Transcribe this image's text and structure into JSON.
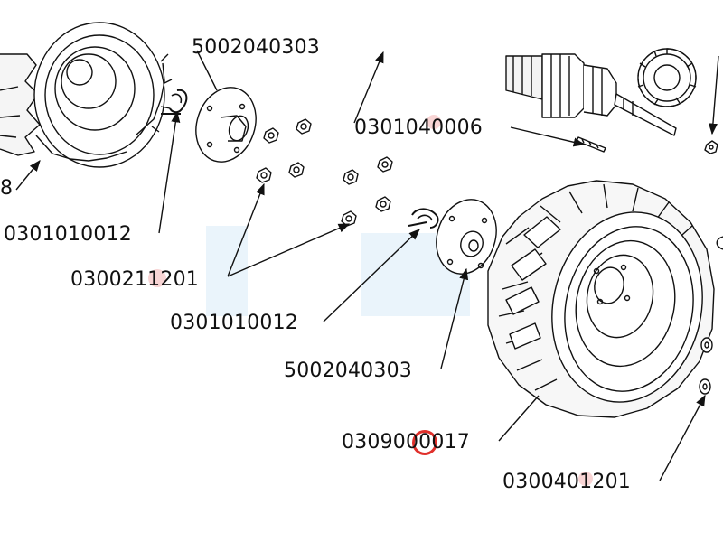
{
  "parts": {
    "top_cut": "5002040303",
    "left_cut": "8",
    "shaft_bolt": "0301040006",
    "left_clip": "0301010012",
    "nuts": "0300211201",
    "center_clip": "0301010012",
    "flange": "5002040303",
    "wheel": "0309000017",
    "washer": "0300401201"
  },
  "colors": {
    "ink": "#111111",
    "watermark": "#e3f0fa",
    "highlight": "#e0302b"
  }
}
